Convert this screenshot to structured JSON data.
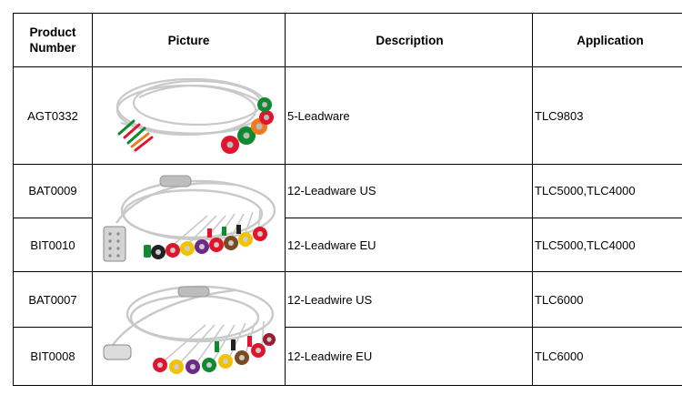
{
  "table": {
    "headers": {
      "product_number": "Product Number",
      "picture": "Picture",
      "description": "Description",
      "application": "Application"
    },
    "rows": [
      {
        "product": "AGT0332",
        "description": "5-Leadware",
        "application": "TLC9803"
      },
      {
        "product": "BAT0009",
        "description": "12-Leadware US",
        "application": "TLC5000,TLC4000"
      },
      {
        "product": "BIT0010",
        "description": "12-Leadware EU",
        "application": "TLC5000,TLC4000"
      },
      {
        "product": "BAT0007",
        "description": "12-Leadwire US",
        "application": "TLC6000"
      },
      {
        "product": "BIT0008",
        "description": "12-Leadwire EU",
        "application": "TLC6000"
      }
    ],
    "pictures": [
      "5-lead ECG cable photo",
      "12-lead ECG cable photo",
      "12-lead ECG cable photo"
    ]
  },
  "colors": {
    "cable": "#c9c9c9",
    "lead_colors": [
      "#e0152d",
      "#0f8a2f",
      "#f07a1a",
      "#222222",
      "#f2c200",
      "#6b2b86",
      "#7a4a22",
      "#9b1b30"
    ]
  }
}
